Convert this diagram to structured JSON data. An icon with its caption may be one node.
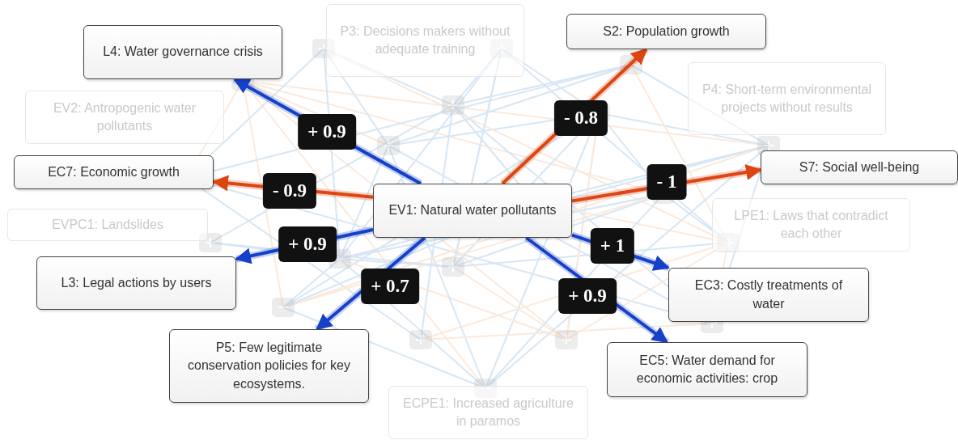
{
  "diagram": {
    "nodes": [
      {
        "text": [
          "L4: Water governance crisis"
        ]
      },
      {
        "text": [
          "P3: Decisions makers without adequate training"
        ]
      },
      {
        "text": [
          "S2: Population growth"
        ]
      },
      {
        "text": [
          "EV2: Antropogenic water pollutants"
        ]
      },
      {
        "text": [
          "P4: Short-term environmental projects without results"
        ]
      },
      {
        "text": [
          "EC7: Economic growth"
        ]
      },
      {
        "text": [
          "S7: Social well-being"
        ]
      },
      {
        "text": [
          "EV1: Natural water pollutants"
        ]
      },
      {
        "text": [
          "EVPC1: Landslides"
        ]
      },
      {
        "text": [
          "LPE1: Laws that contradict each other"
        ]
      },
      {
        "text": [
          "L3: Legal actions by users"
        ]
      },
      {
        "text": [
          "EC3: Costly treatments of water"
        ]
      },
      {
        "text": [
          "P5: Few legitimate conservation policies for key ecosystems."
        ]
      },
      {
        "text": [
          "EC5: Water demand for economic activities: crop"
        ]
      },
      {
        "text": [
          "ECPE1: Increased agriculture in paramos"
        ]
      }
    ],
    "edges": [
      {
        "from": 7,
        "to": 0,
        "arrow": "to",
        "label": "+ 0.9"
      },
      {
        "from": 7,
        "to": 2,
        "arrow": "to",
        "label": "- 0.8",
        "color": "#dd4511"
      },
      {
        "from": 7,
        "to": 5,
        "arrow": "to",
        "label": "- 0.9",
        "color": "#dd4511"
      },
      {
        "from": 7,
        "to": 6,
        "arrow": "to",
        "label": "- 1",
        "color": "#dd4511"
      },
      {
        "from": 7,
        "to": 10,
        "arrow": "to",
        "label": "+ 0.9"
      },
      {
        "from": 7,
        "to": 12,
        "arrow": "to",
        "label": "+ 0.7"
      },
      {
        "from": 7,
        "to": 11,
        "arrow": "to",
        "label": "+ 1"
      },
      {
        "from": 7,
        "to": 13,
        "arrow": "to",
        "label": "+ 0.9"
      }
    ]
  }
}
